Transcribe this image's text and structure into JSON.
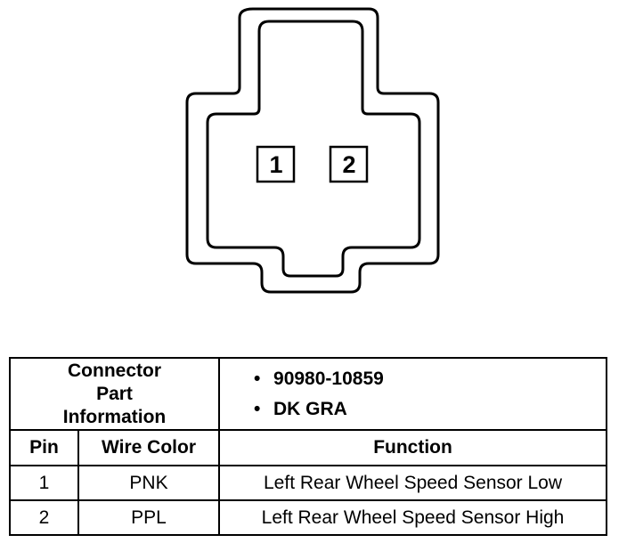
{
  "connector": {
    "pins": [
      "1",
      "2"
    ]
  },
  "table": {
    "part_info_label": "Connector Part Information",
    "part_numbers": [
      "90980-10859",
      "DK GRA"
    ],
    "bullet": "•",
    "headers": {
      "pin": "Pin",
      "wire_color": "Wire Color",
      "function": "Function"
    },
    "rows": [
      {
        "pin": "1",
        "wire_color": "PNK",
        "function": "Left Rear Wheel Speed Sensor Low"
      },
      {
        "pin": "2",
        "wire_color": "PPL",
        "function": "Left Rear Wheel Speed Sensor High"
      }
    ]
  },
  "colors": {
    "line": "#000000",
    "background": "#ffffff"
  }
}
